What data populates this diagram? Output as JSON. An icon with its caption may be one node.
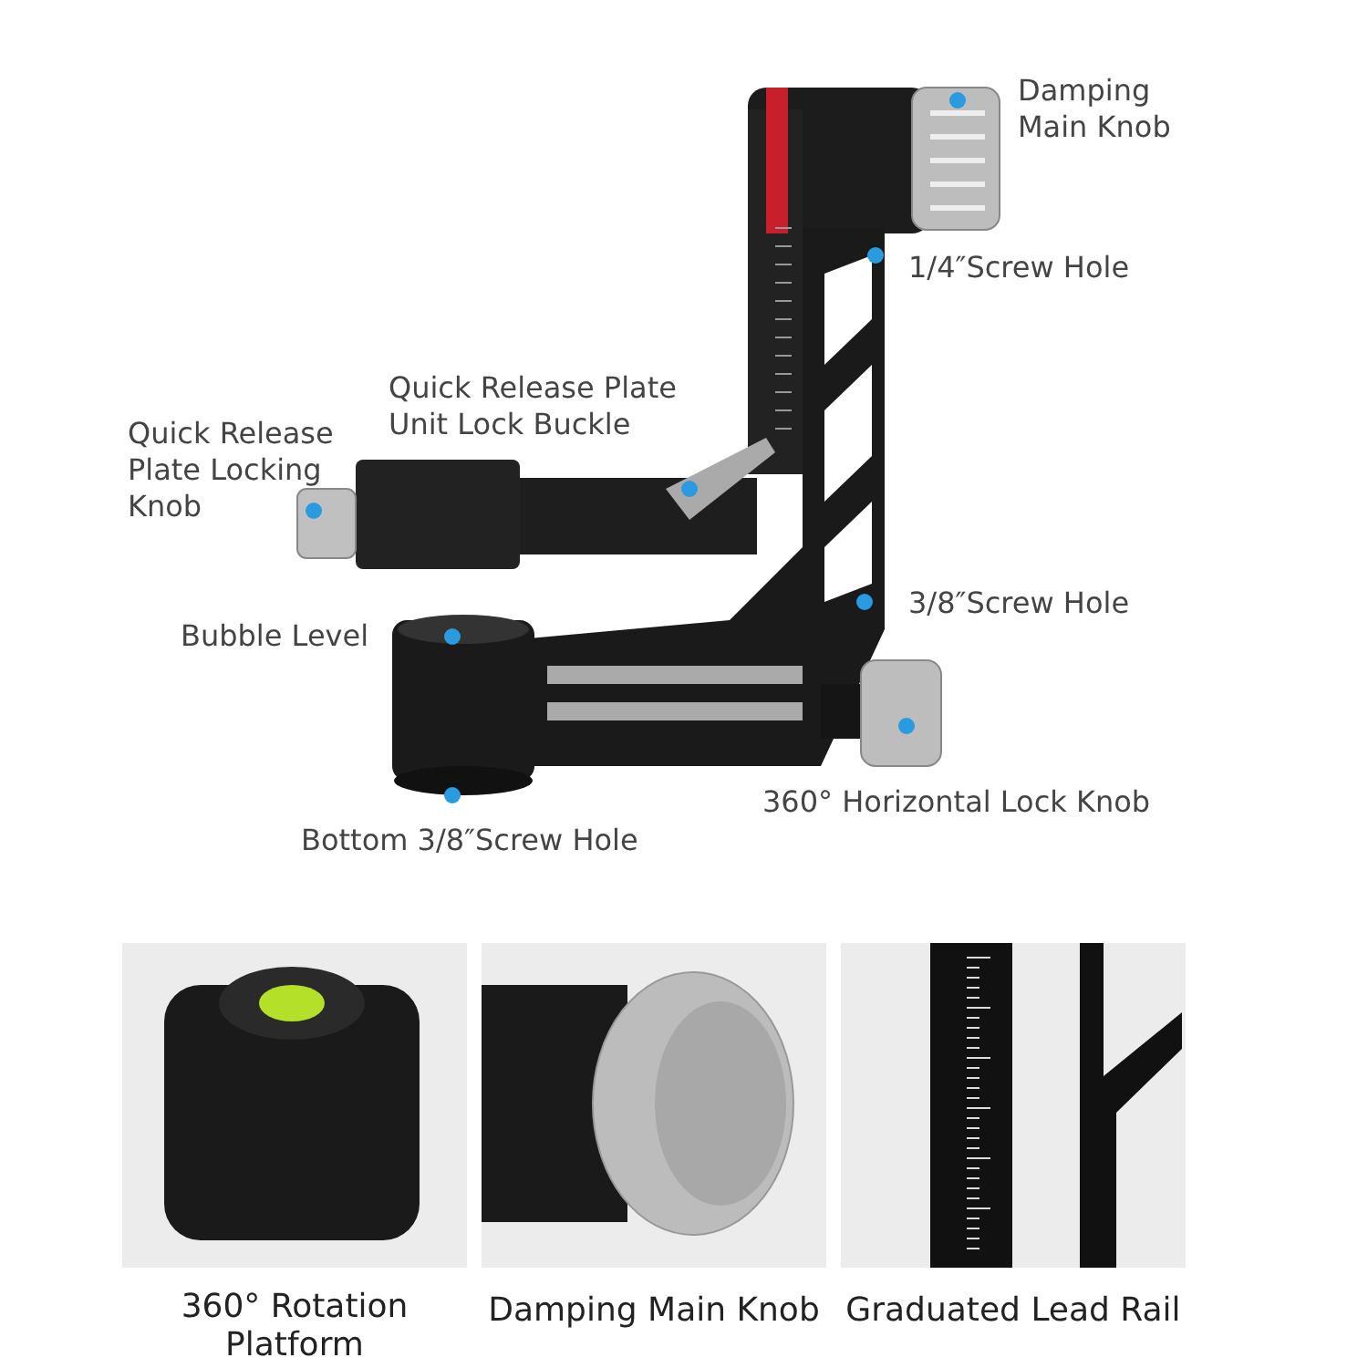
{
  "diagram": {
    "labels": [
      "Damping Main Knob",
      "1/4″Screw Hole",
      "Quick Release Plate Unit Lock Buckle",
      "Quick Release Plate Locking Knob",
      "3/8″Screw Hole",
      "Bubble Level",
      "360° Horizontal Lock Knob",
      "Bottom 3/8″Screw Hole",
      "360° Rotation Platform",
      "Damping Main Knob",
      "Graduated Lead Rail"
    ]
  }
}
